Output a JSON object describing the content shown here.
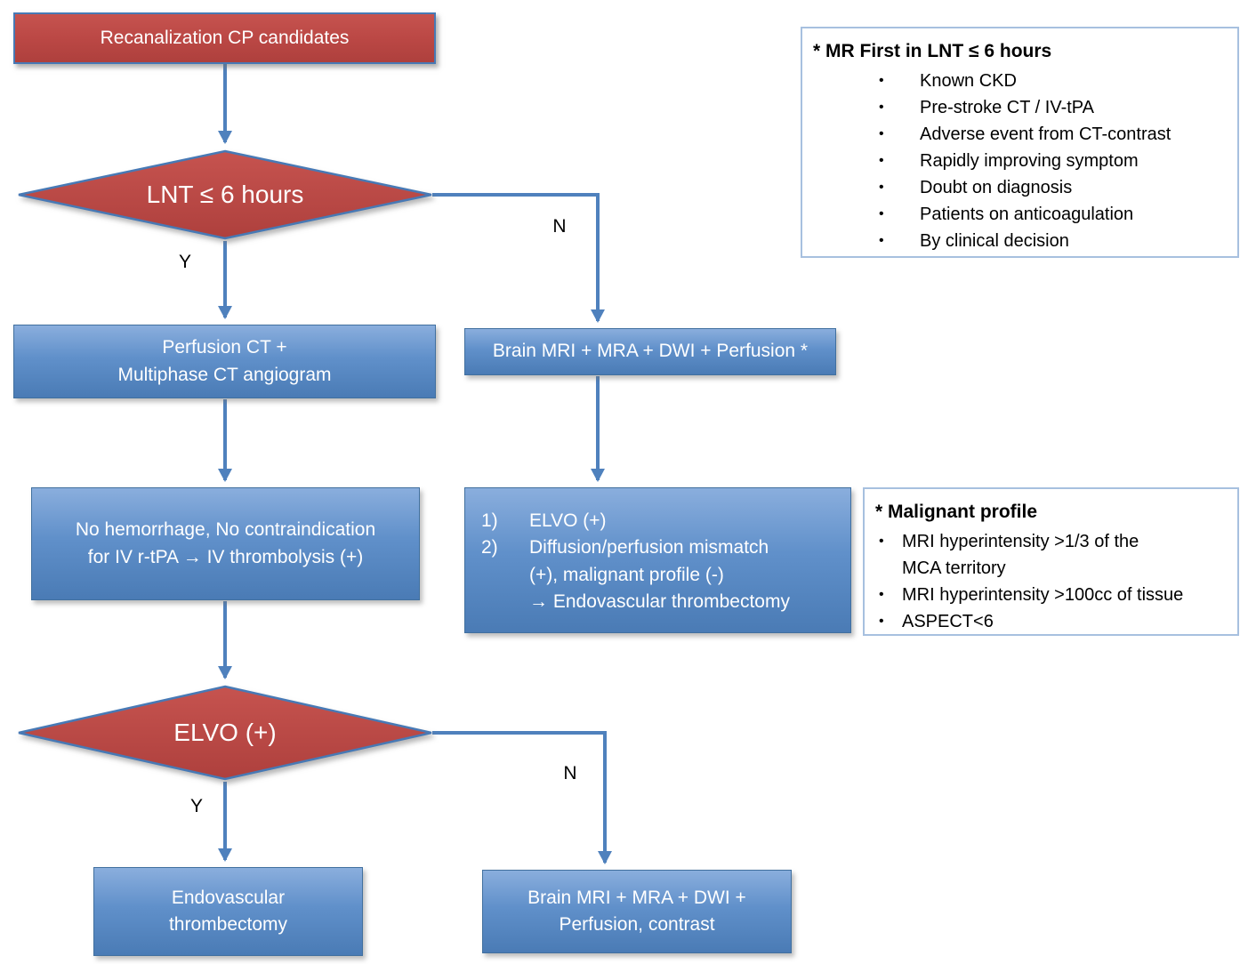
{
  "colors": {
    "node_red": "#BA4744",
    "node_blue_top": "#8AAEDD",
    "node_blue_bottom": "#4A7BB5",
    "connector_blue": "#4F81BD",
    "note_border": "#A7C0DF"
  },
  "glyphs": {
    "bullet": "•"
  },
  "flow": {
    "start": {
      "label": "Recanalization CP candidates"
    },
    "decision_lnt": {
      "label": "LNT ≤ 6 hours",
      "yes": "Y",
      "no": "N"
    },
    "perfusion_ct": {
      "label": "Perfusion CT +\nMultiphase CT angiogram"
    },
    "brain_mri": {
      "label": "Brain MRI + MRA + DWI + Perfusion *"
    },
    "no_hemorrhage": {
      "label": "No hemorrhage, No contraindication\nfor IV r-tPA → IV thrombolysis (+)"
    },
    "elvo_criteria": {
      "items": [
        {
          "num": "1)",
          "text": "ELVO (+)"
        },
        {
          "num": "2)",
          "text": "Diffusion/perfusion mismatch\n(+), malignant profile (-)",
          "result": "→ Endovascular thrombectomy"
        }
      ]
    },
    "decision_elvo": {
      "label": "ELVO (+)",
      "yes": "Y",
      "no": "N"
    },
    "endovascular": {
      "label": "Endovascular\nthrombectomy"
    },
    "brain_mri_contrast": {
      "label": "Brain MRI + MRA + DWI +\nPerfusion, contrast"
    }
  },
  "notes": {
    "mr_first": {
      "title": "* MR First in LNT ≤ 6 hours",
      "items": [
        "Known CKD",
        "Pre-stroke CT / IV-tPA",
        "Adverse event from CT-contrast",
        "Rapidly improving symptom",
        "Doubt on diagnosis",
        "Patients on anticoagulation",
        "By clinical decision"
      ]
    },
    "malignant_profile": {
      "title": "* Malignant profile",
      "items": [
        "MRI hyperintensity >1/3 of the\nMCA territory",
        "MRI hyperintensity >100cc of tissue",
        "ASPECT<6"
      ]
    }
  }
}
